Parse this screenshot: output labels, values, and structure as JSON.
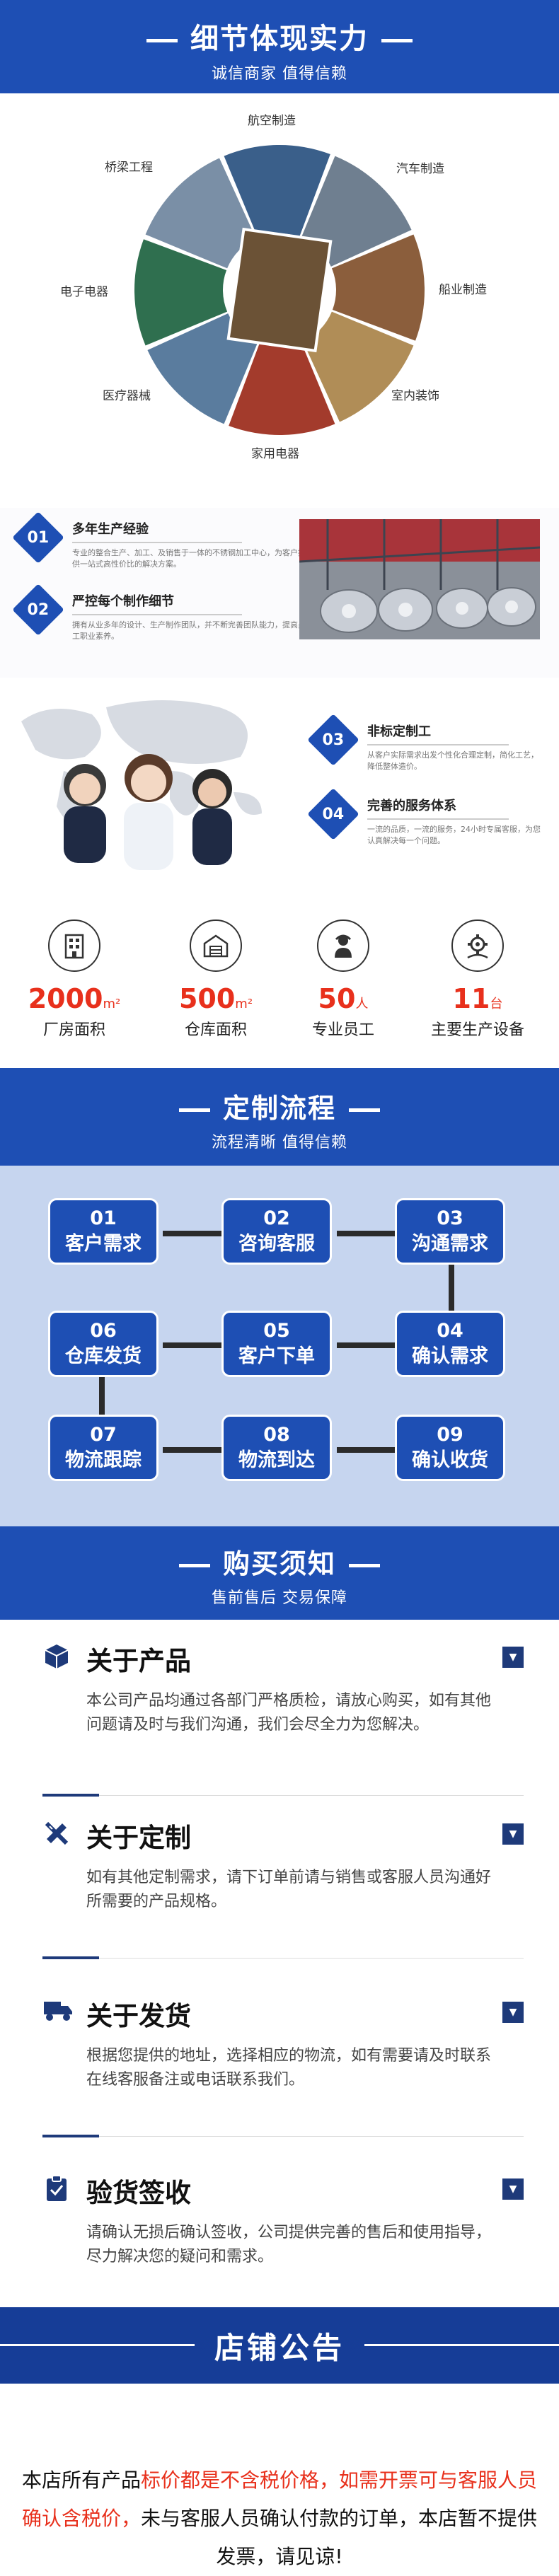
{
  "header": {
    "title": "细节体现实力",
    "subtitle": "诚信商家 值得信赖"
  },
  "wheel": {
    "labels": [
      "航空制造",
      "汽车制造",
      "船业制造",
      "室内装饰",
      "家用电器",
      "医疗器械",
      "电子电器",
      "桥梁工程"
    ],
    "colors": [
      "#3a5f8a",
      "#6f7f90",
      "#8b5e3c",
      "#b08d57",
      "#a33b2c",
      "#5a7c9e",
      "#2f6f4f",
      "#7a8fa6"
    ]
  },
  "features": [
    {
      "num": "01",
      "title": "多年生产经验",
      "desc": "专业的整合生产、加工、及销售于一体的不锈钢加工中心，为客户提供一站式高性价比的解决方案。"
    },
    {
      "num": "02",
      "title": "严控每个制作细节",
      "desc": "拥有从业多年的设计、生产制作团队，并不断完善团队能力，提高员工职业素养。"
    },
    {
      "num": "03",
      "title": "非标定制工",
      "desc": "从客户实际需求出发个性化合理定制，简化工艺，降低整体造价。"
    },
    {
      "num": "04",
      "title": "完善的服务体系",
      "desc": "一流的品质，一流的服务，24小时专属客服，为您认真解决每一个问题。"
    }
  ],
  "stats": [
    {
      "icon": "building-icon",
      "value": "2000",
      "unit": "m²",
      "label": "厂房面积"
    },
    {
      "icon": "warehouse-icon",
      "value": "500",
      "unit": "m²",
      "label": "仓库面积"
    },
    {
      "icon": "worker-icon",
      "value": "50",
      "unit": "人",
      "label": "专业员工"
    },
    {
      "icon": "gear-icon",
      "value": "11",
      "unit": "台",
      "label": "主要生产设备"
    }
  ],
  "flow_header": {
    "title": "定制流程",
    "subtitle": "流程清晰 值得信赖"
  },
  "flow": [
    {
      "num": "01",
      "label": "客户需求"
    },
    {
      "num": "02",
      "label": "咨询客服"
    },
    {
      "num": "03",
      "label": "沟通需求"
    },
    {
      "num": "04",
      "label": "确认需求"
    },
    {
      "num": "05",
      "label": "客户下单"
    },
    {
      "num": "06",
      "label": "仓库发货"
    },
    {
      "num": "07",
      "label": "物流跟踪"
    },
    {
      "num": "08",
      "label": "物流到达"
    },
    {
      "num": "09",
      "label": "确认收货"
    }
  ],
  "buy_header": {
    "title": "购买须知",
    "subtitle": "售前售后 交易保障"
  },
  "notes": [
    {
      "icon": "cube-icon",
      "title": "关于产品",
      "desc": "本公司产品均通过各部门严格质检，请放心购买，如有其他问题请及时与我们沟通，我们会尽全力为您解决。"
    },
    {
      "icon": "ruler-pencil-icon",
      "title": "关于定制",
      "desc": "如有其他定制需求，请下订单前请与销售或客服人员沟通好所需要的产品规格。"
    },
    {
      "icon": "truck-icon",
      "title": "关于发货",
      "desc": "根据您提供的地址，选择相应的物流，如有需要请及时联系在线客服备注或电话联系我们。"
    },
    {
      "icon": "clipboard-check-icon",
      "title": "验货签收",
      "desc": "请确认无损后确认签收，公司提供完善的售后和使用指导，尽力解决您的疑问和需求。"
    }
  ],
  "notice": {
    "title": "店铺公告",
    "part1": "本店所有产品",
    "part2": "标价都是不含税价格，如需开票可与客服人员确认含税价，",
    "part3": "未与客服人员确认付款的订单，本店暂不提供发票，请见谅!"
  }
}
